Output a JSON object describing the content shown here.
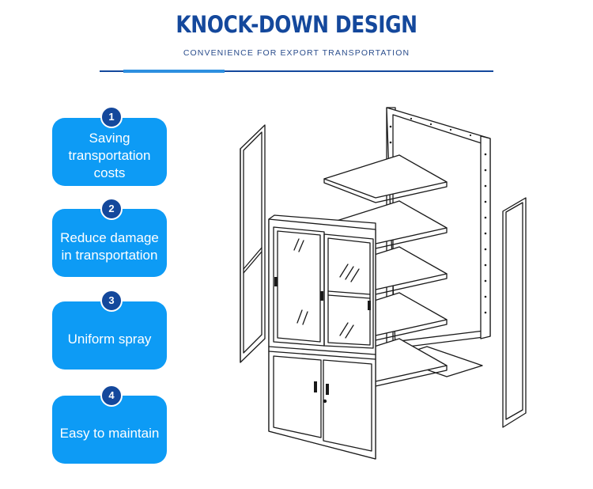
{
  "header": {
    "title": "KNOCK-DOWN DESIGN",
    "subtitle": "CONVENIENCE FOR EXPORT TRANSPORTATION"
  },
  "colors": {
    "title": "#14489c",
    "card": "#0d9bf5",
    "badge": "#14489c",
    "rule_accent": "#2d8fe0"
  },
  "features": [
    {
      "number": "1",
      "label": "Saving\ntransportation\ncosts"
    },
    {
      "number": "2",
      "label": "Reduce damage\nin transportation"
    },
    {
      "number": "3",
      "label": "Uniform spray"
    },
    {
      "number": "4",
      "label": "Easy to maintain"
    }
  ],
  "illustration": {
    "icon": "knock-down-cabinet-exploded-illustration"
  }
}
